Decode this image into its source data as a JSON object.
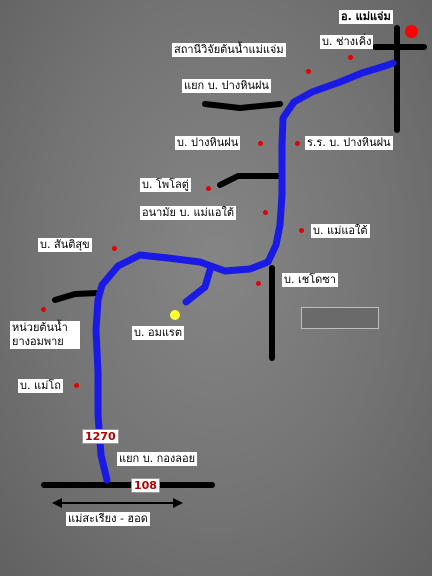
{
  "colors": {
    "background": "#747474",
    "main_route": "#1a1ae6",
    "side_roads": "#000000",
    "village_dot": "#e00000",
    "district_marker": "#ff0000",
    "site_marker": "#ffff33",
    "route_number_text": "#b00000"
  },
  "places": {
    "district": "อ. แม่แจ่ม",
    "chang_khoeng": "บ. ช่างเคิ่ง",
    "research_station": "สถานีวิจัยต้นน้ำแม่แจ่ม",
    "pang_hin_fon_junction": "แยก บ. ปางหินฝน",
    "pang_hin_fon": "บ. ปางหินฝน",
    "pang_hin_fon_school": "ร.ร. บ. ปางหินฝน",
    "pho_lo_tu": "บ. โพโลตู่",
    "health_center": "อนามัย บ. แม่แอใต้",
    "mae_ae_tai": "บ. แม่แอใต้",
    "san_ti_suk": "บ. สันติสุข",
    "che_do_cha": "บ. เชโดซา",
    "watershed_unit": "หน่วยต้นน้ำยางอมพาย",
    "om_raet": "บ. อมแรต",
    "mae_to": "บ. แม่โถ",
    "kong_loi_junction": "แยก บ. กองลอย",
    "mae_sariang_hot": "แม่สะเรียง - ฮอด"
  },
  "routes": {
    "road_1270": "1270",
    "road_108": "108"
  }
}
